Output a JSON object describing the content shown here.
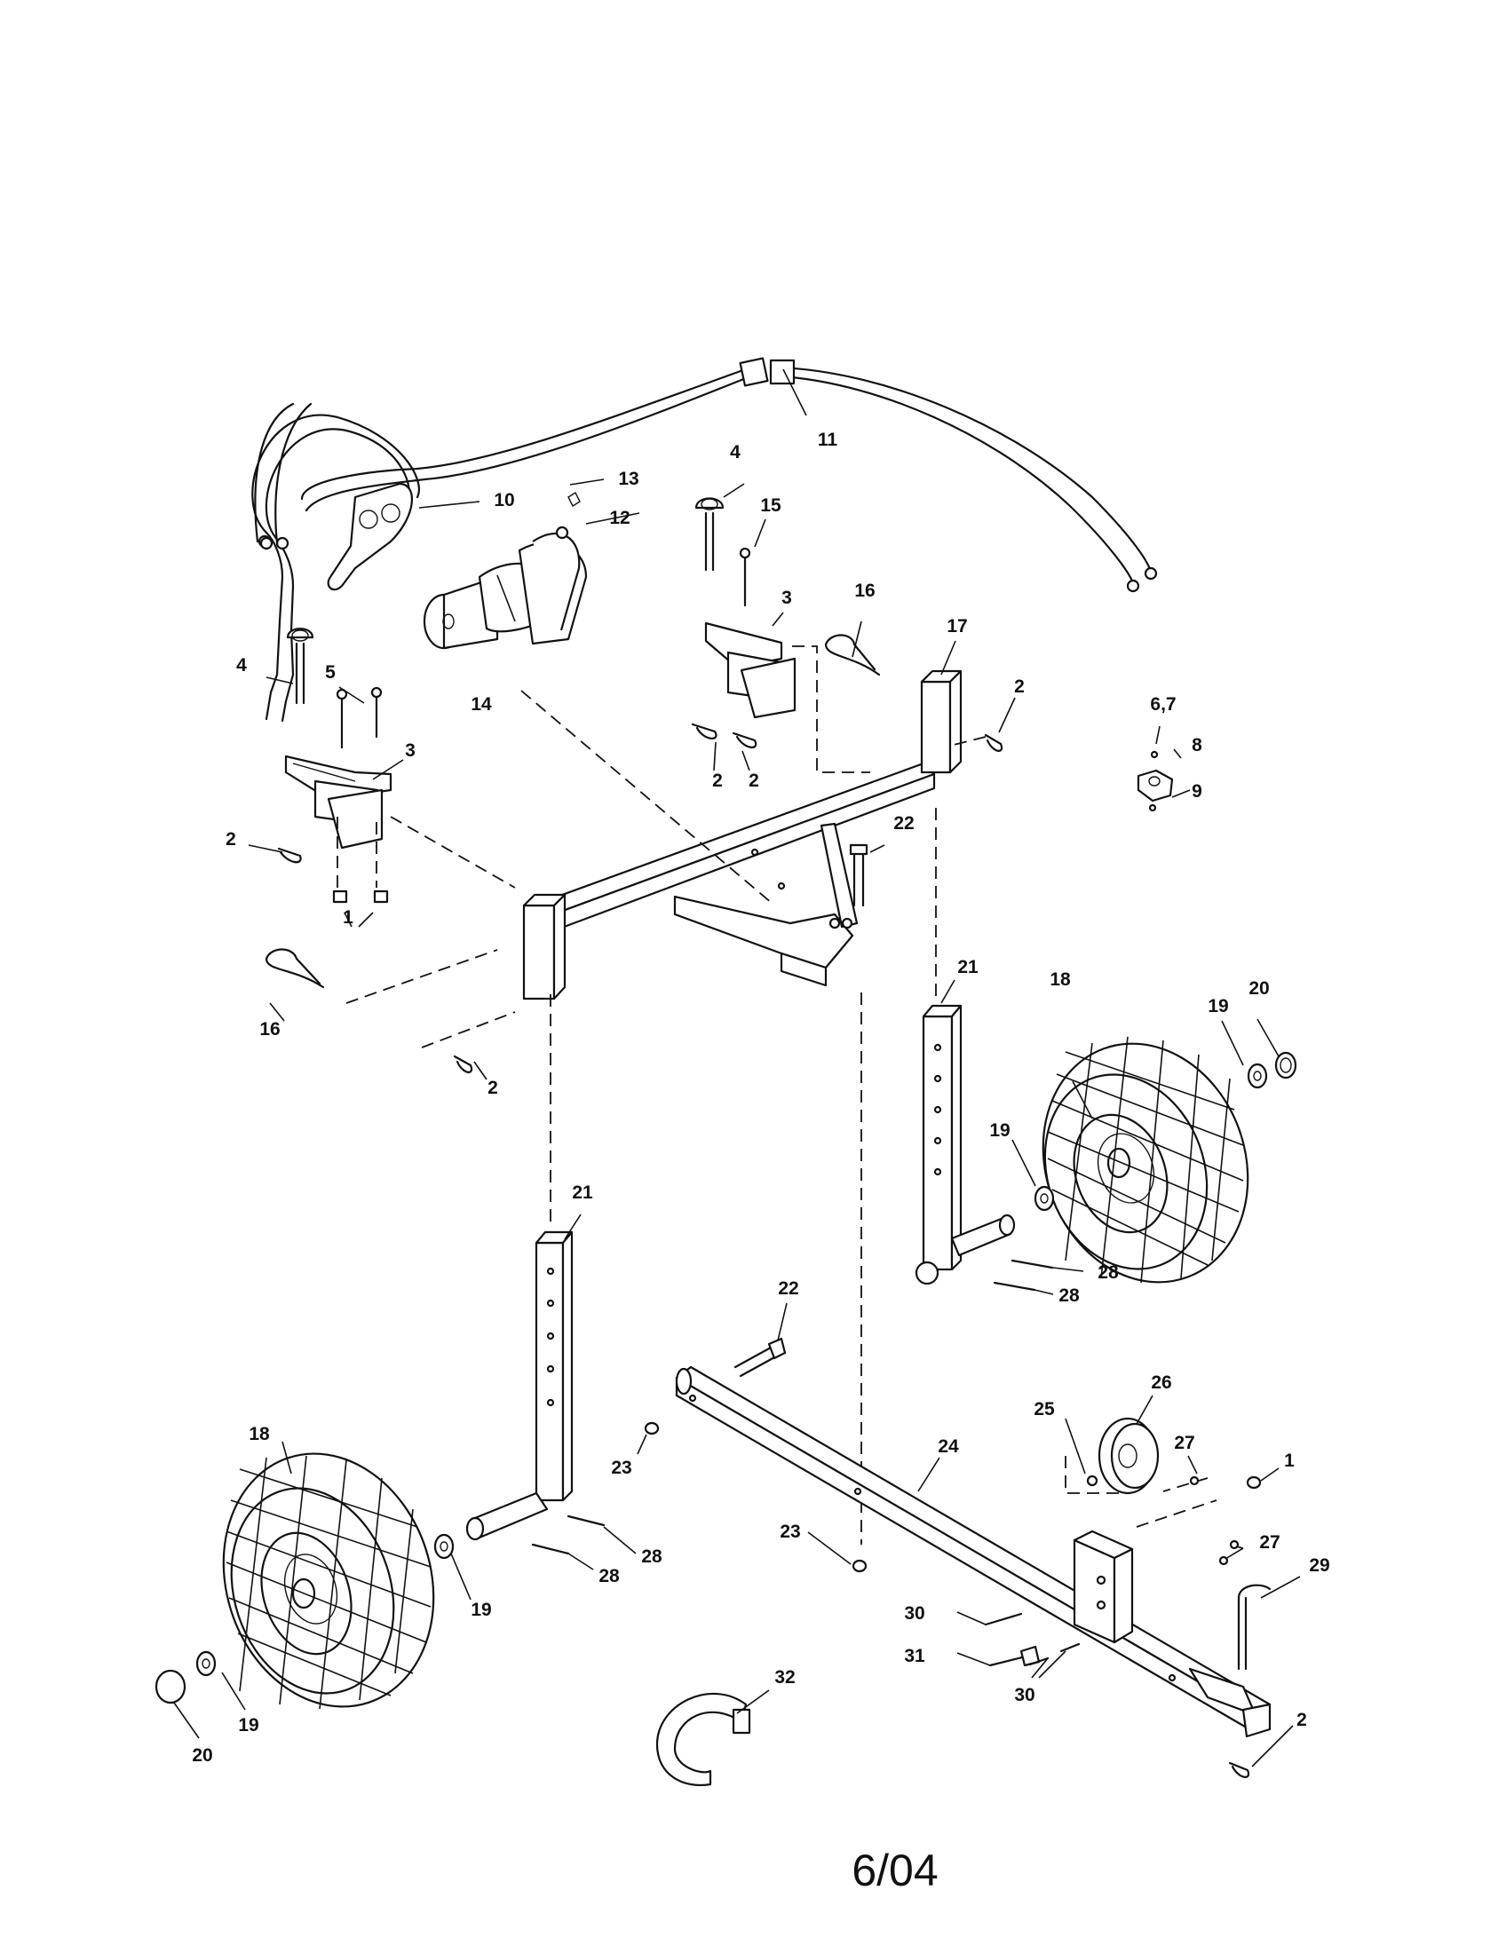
{
  "callouts": {
    "c1a": "1",
    "c1b": "1",
    "c2a": "2",
    "c2b": "2",
    "c2c": "2",
    "c2d": "2",
    "c2e": "2",
    "c2f": "2",
    "c3a": "3",
    "c3b": "3",
    "c4a": "4",
    "c4b": "4",
    "c5": "5",
    "c67": "6,7",
    "c8": "8",
    "c9": "9",
    "c10": "10",
    "c11": "11",
    "c12": "12",
    "c13": "13",
    "c14": "14",
    "c15": "15",
    "c16a": "16",
    "c16b": "16",
    "c17": "17",
    "c18a": "18",
    "c18b": "18",
    "c19a": "19",
    "c19b": "19",
    "c19c": "19",
    "c19d": "19",
    "c20a": "20",
    "c20b": "20",
    "c21a": "21",
    "c21b": "21",
    "c22a": "22",
    "c22b": "22",
    "c23a": "23",
    "c23b": "23",
    "c24": "24",
    "c25": "25",
    "c26": "26",
    "c27a": "27",
    "c27b": "27",
    "c28a": "28",
    "c28b": "28",
    "c28c": "28",
    "c28d": "28",
    "c29": "29",
    "c30a": "30",
    "c30b": "30",
    "c31": "31",
    "c32": "32"
  },
  "footer": {
    "date": "6/04"
  }
}
